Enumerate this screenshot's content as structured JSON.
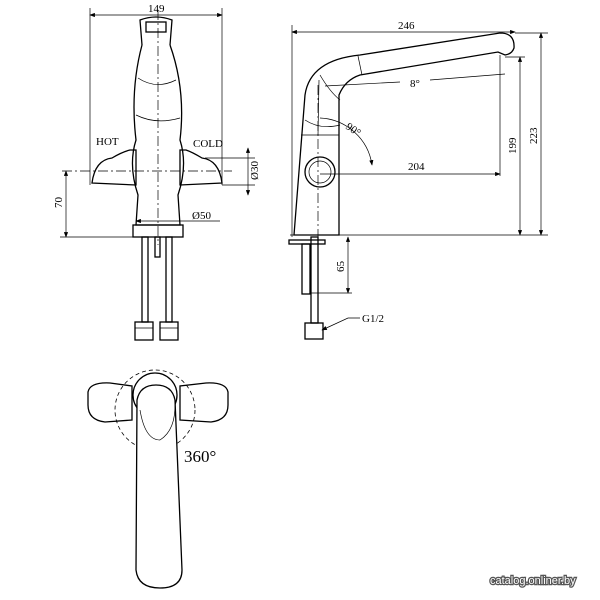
{
  "front_view": {
    "width_dim": "149",
    "hot_label": "HOT",
    "cold_label": "COLD",
    "handle_dia": "Ø30",
    "handle_height": "70",
    "base_dia": "Ø50"
  },
  "side_view": {
    "reach_dim": "246",
    "spout_angle": "8°",
    "handle_rotation": "90°",
    "spout_reach": "204",
    "spout_height": "199",
    "total_height": "223",
    "shank_length": "65",
    "thread": "G1/2"
  },
  "top_view": {
    "rotation": "360°"
  },
  "watermark": "catalog.onliner.by"
}
